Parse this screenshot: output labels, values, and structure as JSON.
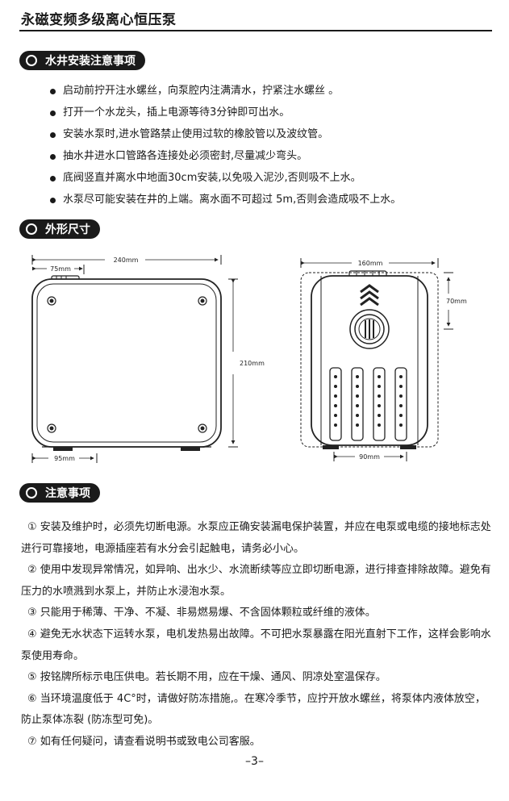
{
  "doc_title": "永磁变频多级离心恒压泵",
  "sections": {
    "well": "水井安装注意事项",
    "dims": "外形尺寸",
    "notes": "注意事项"
  },
  "well_items": [
    "启动前拧开注水螺丝，向泵腔内注满清水，拧紧注水螺丝 。",
    "打开一个水龙头，插上电源等待3分钟即可出水。",
    "安装水泵时,进水管路禁止使用过软的橡胶管以及波纹管。",
    "抽水井进水口管路各连接处必须密封,尽量减少弯头。",
    "底阀竖直并离水中地面30cm安装,以免吸入泥沙,否则吸不上水。",
    "水泵尽可能安装在井的上端。离水面不可超过 5m,否则会造成吸不上水。"
  ],
  "dimensions": {
    "front_width": "240mm",
    "front_offset": "75mm",
    "front_height": "210mm",
    "front_bottom": "95mm",
    "side_width": "160mm",
    "side_top": "70mm",
    "side_bottom": "90mm"
  },
  "notes": [
    "① 安装及维护时，必须先切断电源。水泵应正确安装漏电保护装置，并应在电泵或电缆的接地标志处进行可靠接地，电源插座若有水分会引起触电，请务必小心。",
    "② 使用中发现异常情况，如异响、出水少、水流断续等应立即切断电源，进行排查排除故障。避免有压力的水喷溅到水泵上，并防止水浸泡水泵。",
    "③ 只能用于稀薄、干净、不凝、非易燃易爆、不含固体颗粒或纤维的液体。",
    "④ 避免无水状态下运转水泵，电机发热易出故障。不可把水泵暴露在阳光直射下工作，这样会影响水泵使用寿命。",
    "⑤ 按铭牌所标示电压供电。若长期不用，应在干燥、通风、阴凉处室温保存。",
    "⑥ 当环境温度低于 4C°时，请做好防冻措施,。在寒冷季节，应拧开放水螺丝，将泵体内液体放空，防止泵体冻裂 (防冻型可免)。",
    "⑦ 如有任何疑问，请查看说明书或致电公司客服。"
  ],
  "page_number": "–3–"
}
